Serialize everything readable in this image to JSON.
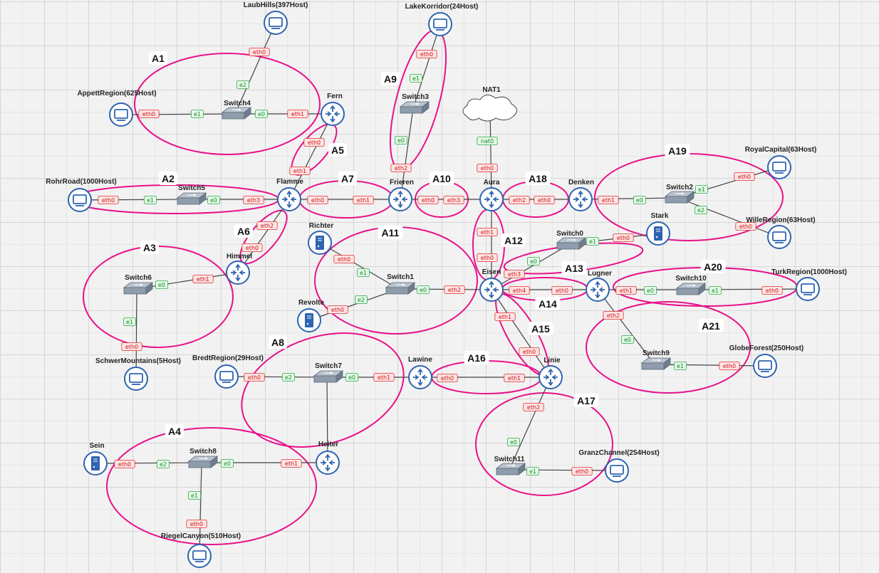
{
  "colors": {
    "area_stroke": "#e8118a",
    "link": "#444444",
    "device_blue": "#2f64b0",
    "port_red_fill": "#fde4e4",
    "port_red_stroke": "#e03131",
    "port_red_text": "#d01515",
    "port_green_fill": "#e4f9e4",
    "port_green_stroke": "#2fa84f",
    "port_green_text": "#1b8a38"
  },
  "devices": [
    {
      "id": "laubhills",
      "name": "LaubHills(397Host)",
      "type": "pc"
    },
    {
      "id": "appettregion",
      "name": "AppettRegion(625Host)",
      "type": "pc"
    },
    {
      "id": "switch4",
      "name": "Switch4",
      "type": "switch"
    },
    {
      "id": "fern",
      "name": "Fern",
      "type": "router"
    },
    {
      "id": "lakekorridor",
      "name": "LakeKorridor(24Host)",
      "type": "pc"
    },
    {
      "id": "switch3",
      "name": "Switch3",
      "type": "switch"
    },
    {
      "id": "nat1",
      "name": "NAT1",
      "type": "cloud"
    },
    {
      "id": "rohrroad",
      "name": "RohrRoad(1000Host)",
      "type": "pc"
    },
    {
      "id": "switch5",
      "name": "Switch5",
      "type": "switch"
    },
    {
      "id": "flamme",
      "name": "Flamme",
      "type": "router"
    },
    {
      "id": "frieren",
      "name": "Frieren",
      "type": "router"
    },
    {
      "id": "aura",
      "name": "Aura",
      "type": "router"
    },
    {
      "id": "denken",
      "name": "Denken",
      "type": "router"
    },
    {
      "id": "switch2",
      "name": "Switch2",
      "type": "switch"
    },
    {
      "id": "royalcapital",
      "name": "RoyalCapital(63Host)",
      "type": "pc"
    },
    {
      "id": "willeregion",
      "name": "WilleRegion(63Host)",
      "type": "pc"
    },
    {
      "id": "stark",
      "name": "Stark",
      "type": "server"
    },
    {
      "id": "switch0",
      "name": "Switch0",
      "type": "switch"
    },
    {
      "id": "richter",
      "name": "Richter",
      "type": "server"
    },
    {
      "id": "switch1",
      "name": "Switch1",
      "type": "switch"
    },
    {
      "id": "revolte",
      "name": "Revolte",
      "type": "server"
    },
    {
      "id": "himmel",
      "name": "Himmel",
      "type": "router"
    },
    {
      "id": "switch6",
      "name": "Switch6",
      "type": "switch"
    },
    {
      "id": "schwermountains",
      "name": "SchwerMountains(5Host)",
      "type": "pc"
    },
    {
      "id": "eisen",
      "name": "Eisen",
      "type": "router"
    },
    {
      "id": "lugner",
      "name": "Lugner",
      "type": "router"
    },
    {
      "id": "switch10",
      "name": "Switch10",
      "type": "switch"
    },
    {
      "id": "turkregion",
      "name": "TurkRegion(1000Host)",
      "type": "pc"
    },
    {
      "id": "bredtregion",
      "name": "BredtRegion(29Host)",
      "type": "pc"
    },
    {
      "id": "switch7",
      "name": "Switch7",
      "type": "switch"
    },
    {
      "id": "lawine",
      "name": "Lawine",
      "type": "router"
    },
    {
      "id": "linie",
      "name": "Linie",
      "type": "router"
    },
    {
      "id": "switch9",
      "name": "Switch9",
      "type": "switch"
    },
    {
      "id": "globeforest",
      "name": "GlobeForest(250Host)",
      "type": "pc"
    },
    {
      "id": "sein",
      "name": "Sein",
      "type": "server"
    },
    {
      "id": "switch8",
      "name": "Switch8",
      "type": "switch"
    },
    {
      "id": "heiter",
      "name": "Heiter",
      "type": "router"
    },
    {
      "id": "switch11",
      "name": "Switch11",
      "type": "switch"
    },
    {
      "id": "granzchannel",
      "name": "GranzChannel(254Host)",
      "type": "pc"
    },
    {
      "id": "riegelcanyon",
      "name": "RiegelCanyon(510Host)",
      "type": "pc"
    }
  ],
  "links": [
    {
      "a": "laubhills",
      "b": "switch4",
      "pa": "eth0",
      "pb": "e2"
    },
    {
      "a": "appettregion",
      "b": "switch4",
      "pa": "eth0",
      "pb": "e1"
    },
    {
      "a": "switch4",
      "b": "fern",
      "pa": "e0",
      "pb": "eth1"
    },
    {
      "a": "fern",
      "b": "flamme",
      "pa": "eth0",
      "pb": "eth1"
    },
    {
      "a": "lakekorridor",
      "b": "switch3",
      "pa": "eth0",
      "pb": "e1"
    },
    {
      "a": "switch3",
      "b": "frieren",
      "pa": "e0",
      "pb": "eth2"
    },
    {
      "a": "rohrroad",
      "b": "switch5",
      "pa": "eth0",
      "pb": "e1"
    },
    {
      "a": "switch5",
      "b": "flamme",
      "pa": "e0",
      "pb": "eth3"
    },
    {
      "a": "flamme",
      "b": "frieren",
      "pa": "eth0",
      "pb": "eth1"
    },
    {
      "a": "flamme",
      "b": "himmel",
      "pa": "eth2",
      "pb": "eth0"
    },
    {
      "a": "frieren",
      "b": "aura",
      "pa": "eth0",
      "pb": "eth3"
    },
    {
      "a": "nat1",
      "b": "aura",
      "pa": "nat0",
      "pb": "eth0"
    },
    {
      "a": "aura",
      "b": "denken",
      "pa": "eth2",
      "pb": "eth0"
    },
    {
      "a": "denken",
      "b": "switch2",
      "pa": "eth1",
      "pb": "e0"
    },
    {
      "a": "switch2",
      "b": "royalcapital",
      "pa": "e1",
      "pb": "eth0"
    },
    {
      "a": "switch2",
      "b": "willeregion",
      "pa": "e2",
      "pb": "eth0"
    },
    {
      "a": "aura",
      "b": "eisen",
      "pa": "eth1",
      "pb": "eth0"
    },
    {
      "a": "eisen",
      "b": "switch0",
      "pa": "eth3",
      "pb": "e0"
    },
    {
      "a": "switch0",
      "b": "stark",
      "pa": "e1",
      "pb": "eth0"
    },
    {
      "a": "richter",
      "b": "switch1",
      "pa": "eth0",
      "pb": "e1"
    },
    {
      "a": "revolte",
      "b": "switch1",
      "pa": "eth0",
      "pb": "e2"
    },
    {
      "a": "switch1",
      "b": "eisen",
      "pa": "e0",
      "pb": "eth2"
    },
    {
      "a": "himmel",
      "b": "switch6",
      "pa": "eth1",
      "pb": "e0"
    },
    {
      "a": "switch6",
      "b": "schwermountains",
      "pa": "e1",
      "pb": "eth0"
    },
    {
      "a": "eisen",
      "b": "lugner",
      "pa": "eth4",
      "pb": "eth0"
    },
    {
      "a": "lugner",
      "b": "switch10",
      "pa": "eth1",
      "pb": "e0"
    },
    {
      "a": "switch10",
      "b": "turkregion",
      "pa": "e1",
      "pb": "eth0"
    },
    {
      "a": "eisen",
      "b": "linie",
      "pa": "eth1",
      "pb": "eth0"
    },
    {
      "a": "lugner",
      "b": "switch9",
      "pa": "eth2",
      "pb": "e0"
    },
    {
      "a": "switch9",
      "b": "globeforest",
      "pa": "e1",
      "pb": "eth0"
    },
    {
      "a": "bredtregion",
      "b": "switch7",
      "pa": "eth0",
      "pb": "e2"
    },
    {
      "a": "switch7",
      "b": "lawine",
      "pa": "e0",
      "pb": "eth1"
    },
    {
      "a": "switch7",
      "b": "heiter",
      "pa": "",
      "pb": ""
    },
    {
      "a": "lawine",
      "b": "linie",
      "pa": "eth0",
      "pb": "eth1"
    },
    {
      "a": "linie",
      "b": "switch11",
      "pa": "eth2",
      "pb": "e0"
    },
    {
      "a": "switch11",
      "b": "granzchannel",
      "pa": "e1",
      "pb": "eth0"
    },
    {
      "a": "sein",
      "b": "switch8",
      "pa": "eth0",
      "pb": "e2"
    },
    {
      "a": "switch8",
      "b": "heiter",
      "pa": "e0",
      "pb": "eth1"
    },
    {
      "a": "switch8",
      "b": "riegelcanyon",
      "pa": "e1",
      "pb": "eth0"
    }
  ],
  "areas": [
    "A1",
    "A2",
    "A3",
    "A4",
    "A5",
    "A6",
    "A7",
    "A8",
    "A9",
    "A10",
    "A11",
    "A12",
    "A13",
    "A14",
    "A15",
    "A16",
    "A17",
    "A18",
    "A19",
    "A20",
    "A21"
  ]
}
